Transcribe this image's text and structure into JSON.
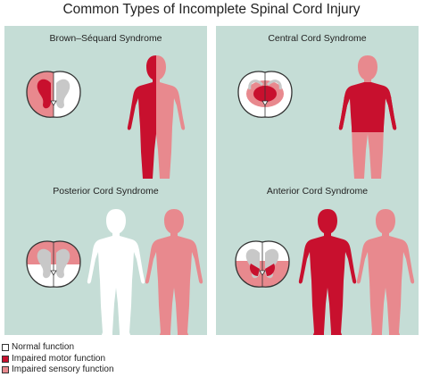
{
  "title": "Common Types of Incomplete Spinal Cord Injury",
  "colors": {
    "panel_bg": "#c5ddd6",
    "normal": "#ffffff",
    "motor": "#c8102e",
    "sensory": "#e8898e",
    "gray_matter": "#c8c8c8",
    "outline": "#333333"
  },
  "panels": [
    {
      "label": "Brown–Séquard Syndrome"
    },
    {
      "label": "Central Cord Syndrome"
    },
    {
      "label": "Posterior Cord Syndrome"
    },
    {
      "label": "Anterior Cord Syndrome"
    }
  ],
  "legend": [
    {
      "label": "Normal function",
      "color": "#ffffff"
    },
    {
      "label": "Impaired motor function",
      "color": "#c8102e"
    },
    {
      "label": "Impaired sensory function",
      "color": "#e8898e"
    }
  ]
}
